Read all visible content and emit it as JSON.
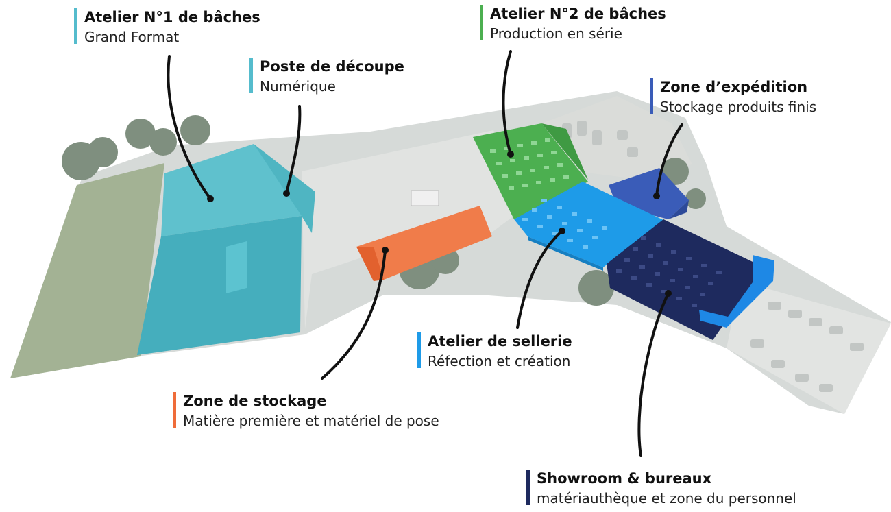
{
  "zones": [
    {
      "key": "atelier1",
      "title": "Atelier N°1 de bâches",
      "subtitle": "Grand Format",
      "color": "#55bccd"
    },
    {
      "key": "decoupe",
      "title": "Poste de découpe",
      "subtitle": "Numérique",
      "color": "#55bccd"
    },
    {
      "key": "atelier2",
      "title": "Atelier N°2 de bâches",
      "subtitle": "Production en série",
      "color": "#4caf50"
    },
    {
      "key": "expedition",
      "title": "Zone d’expédition",
      "subtitle": "Stockage produits finis",
      "color": "#3a5cb8"
    },
    {
      "key": "sellerie",
      "title": "Atelier de sellerie",
      "subtitle": "Réfection et création",
      "color": "#1e9be8"
    },
    {
      "key": "stockage",
      "title": "Zone de stockage",
      "subtitle": "Matière première et matériel de pose",
      "color": "#ef6c3a"
    },
    {
      "key": "showroom",
      "title": "Showroom & bureaux",
      "subtitle": "matériauthèque et zone du personnel",
      "color": "#1e2a5e"
    }
  ],
  "background_colors": {
    "ground": "#d6dad8",
    "grass": "#9aab8c",
    "trees": "#7d8c7e",
    "parking": "#e4e6e4"
  }
}
